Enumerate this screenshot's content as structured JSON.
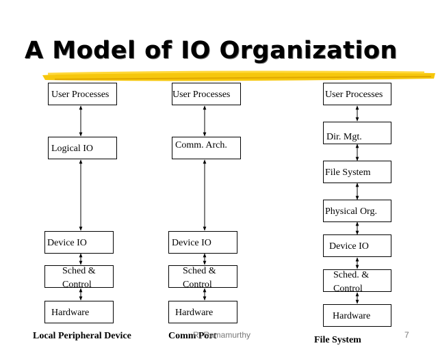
{
  "title": "A Model of IO Organization",
  "columns": [
    {
      "caption": "Local Peripheral Device",
      "boxes": [
        "User Processes",
        "Logical IO",
        "Device IO",
        "Sched & Control",
        "Hardware"
      ]
    },
    {
      "caption": "Comm Port",
      "boxes": [
        "User Processes",
        "Comm. Arch.",
        "Device IO",
        "Sched & Control",
        "Hardware"
      ]
    },
    {
      "caption": "File System",
      "boxes": [
        "User Processes",
        "Dir. Mgt.",
        "File System",
        "Physical Org.",
        "Device IO",
        "Sched. & Control",
        "Hardware"
      ]
    }
  ],
  "footer": {
    "author": "R. Ramamurthy",
    "page": "7"
  },
  "colors": {
    "highlight": "#f5c400",
    "text": "#000000",
    "footer": "#777777"
  }
}
